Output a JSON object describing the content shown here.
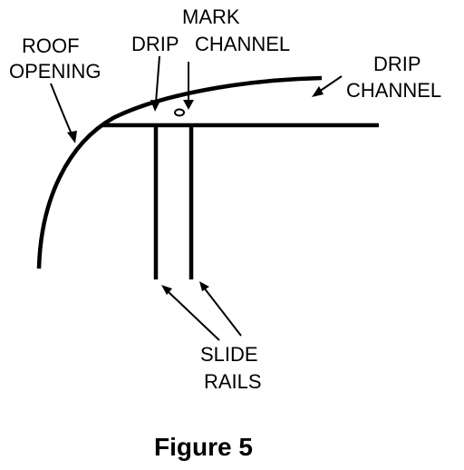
{
  "labels": {
    "roof_opening_line1": "ROOF",
    "roof_opening_line2": "OPENING",
    "mark_line1": "MARK",
    "mark_line2_a": "DRIP",
    "mark_line2_b": "CHANNEL",
    "drip_channel_line1": "DRIP",
    "drip_channel_line2": "CHANNEL",
    "slide_rails_line1": "SLIDE",
    "slide_rails_line2": "RAILS"
  },
  "caption": "Figure 5"
}
